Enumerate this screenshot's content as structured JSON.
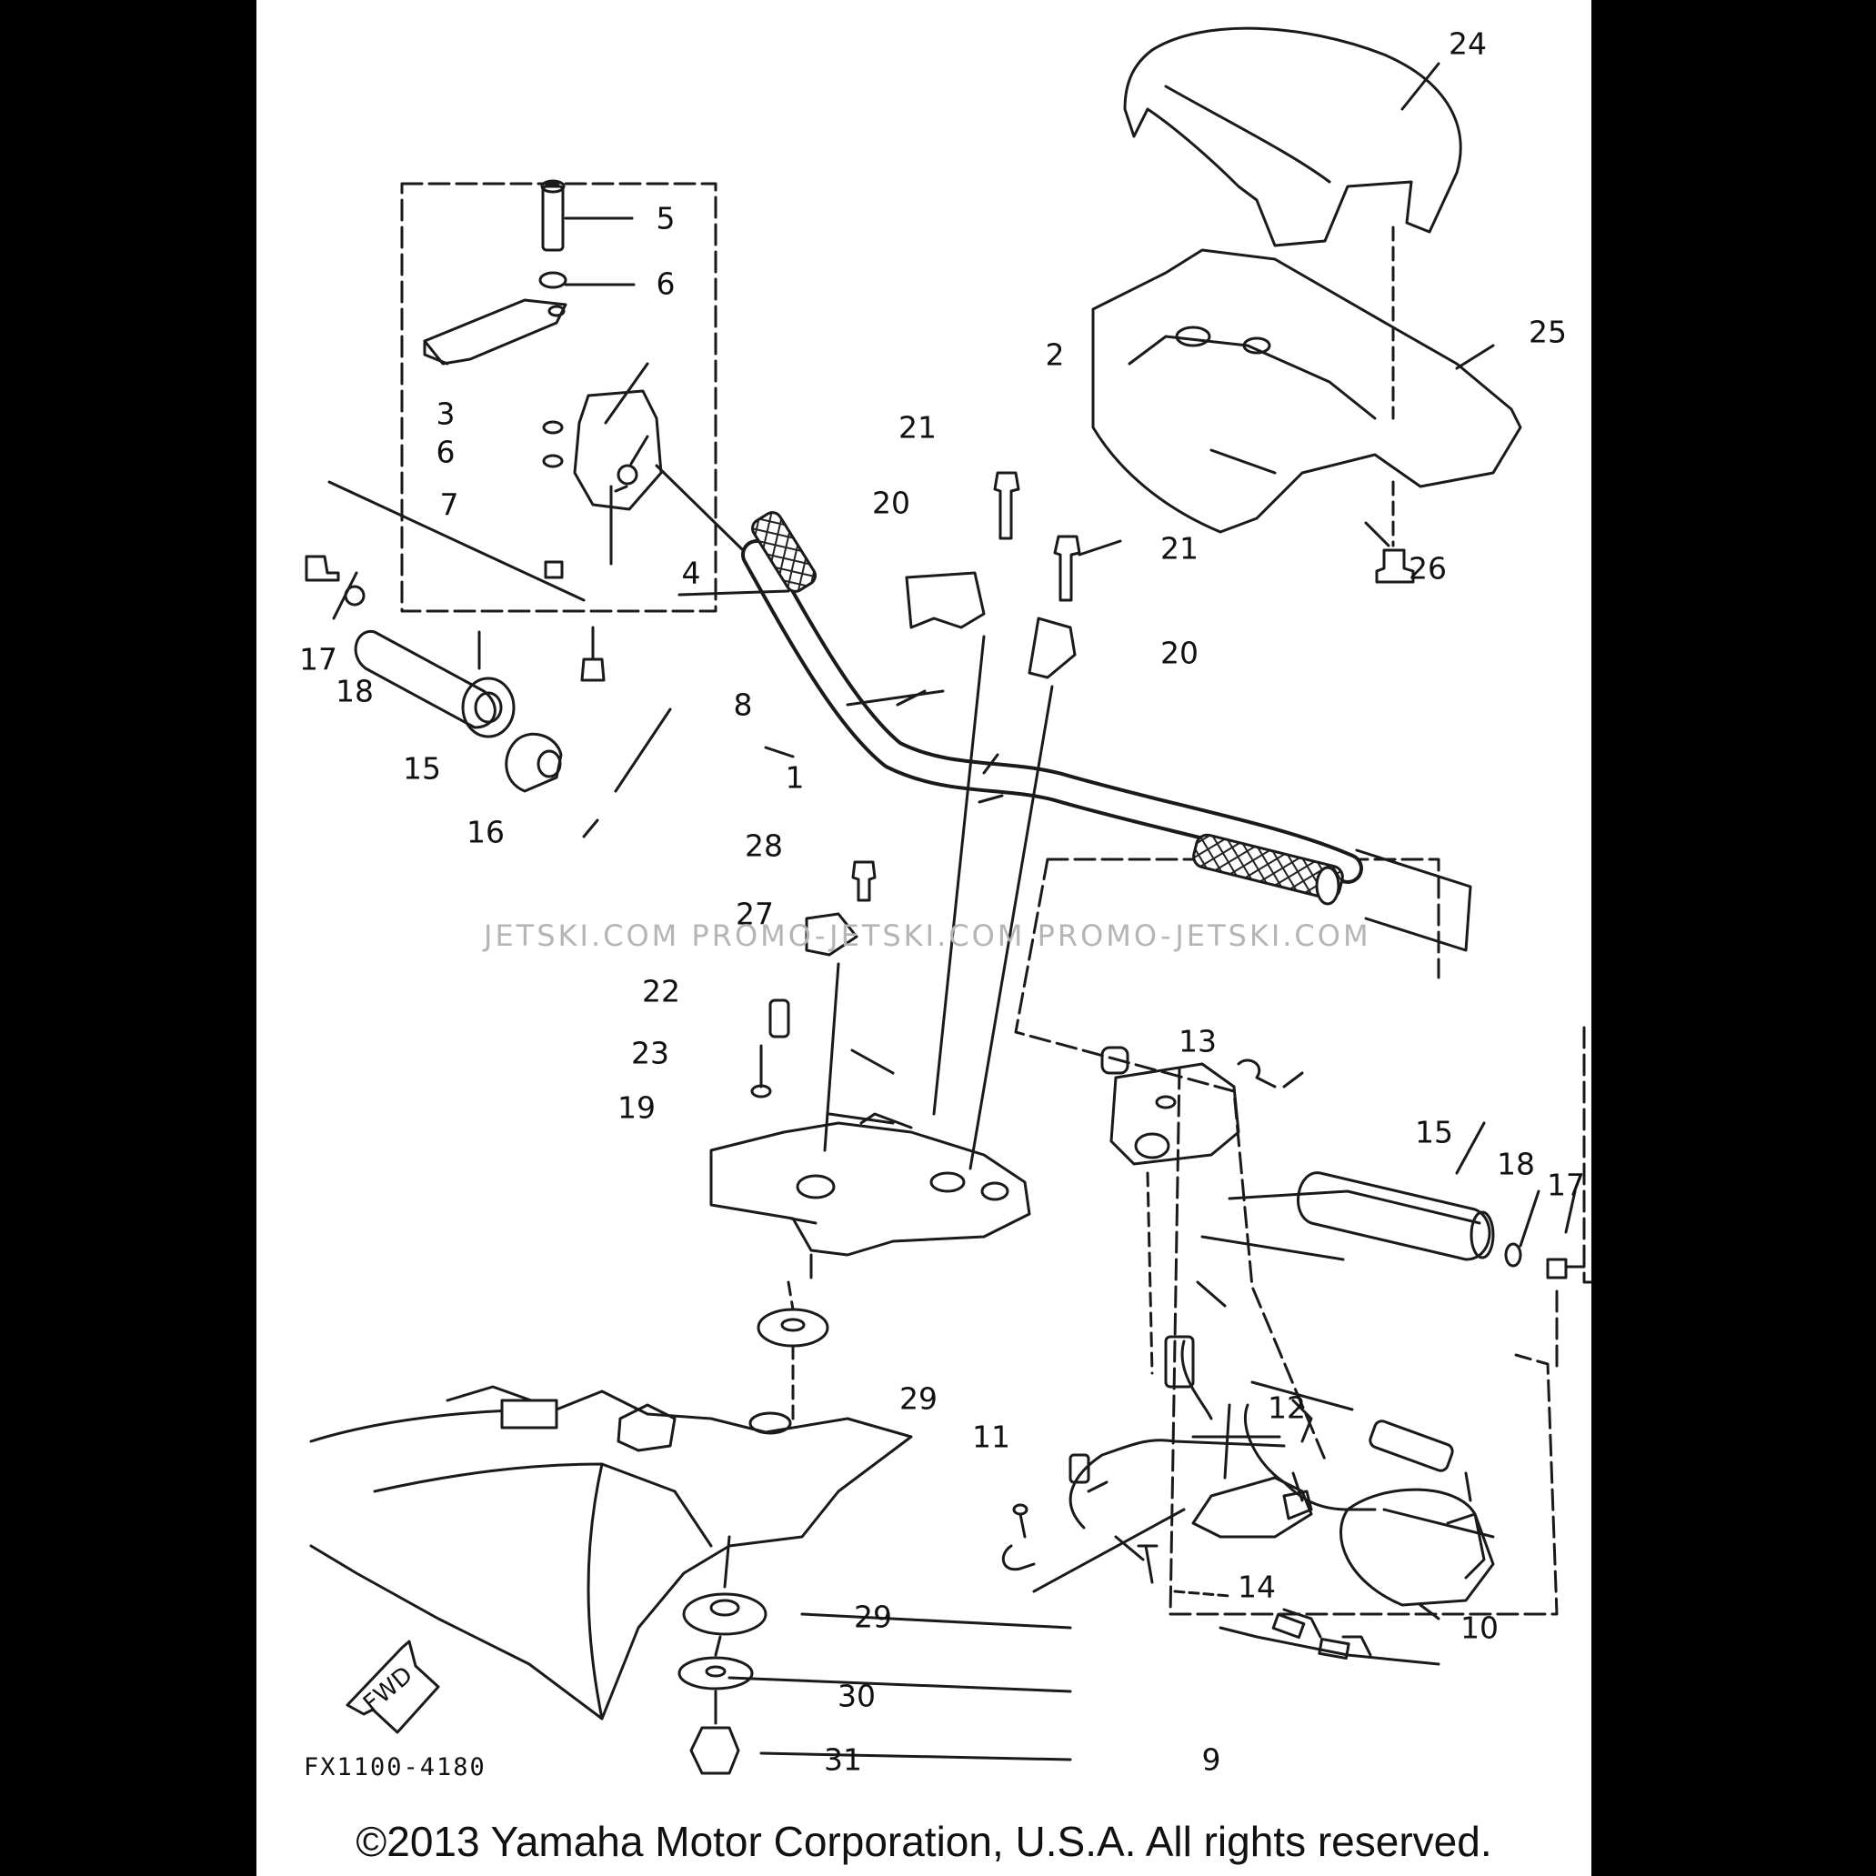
{
  "page": {
    "background": "#000000",
    "sheet_color": "#ffffff",
    "line_color": "#1a1a1a"
  },
  "diagram": {
    "callouts": [
      "1",
      "2",
      "3",
      "4",
      "5",
      "6",
      "6",
      "7",
      "8",
      "9",
      "10",
      "11",
      "12",
      "13",
      "14",
      "15",
      "15",
      "16",
      "17",
      "17",
      "18",
      "18",
      "19",
      "20",
      "20",
      "21",
      "21",
      "22",
      "23",
      "24",
      "25",
      "26",
      "27",
      "28",
      "29",
      "29",
      "30",
      "31"
    ],
    "direction_arrow_label": "FWD",
    "diagram_code": "FX1100-4180",
    "watermark": "JETSKI.COM   PROMO-JETSKI.COM   PROMO-JETSKI.COM",
    "copyright": "©2013 Yamaha Motor Corporation, U.S.A. All rights reserved."
  }
}
